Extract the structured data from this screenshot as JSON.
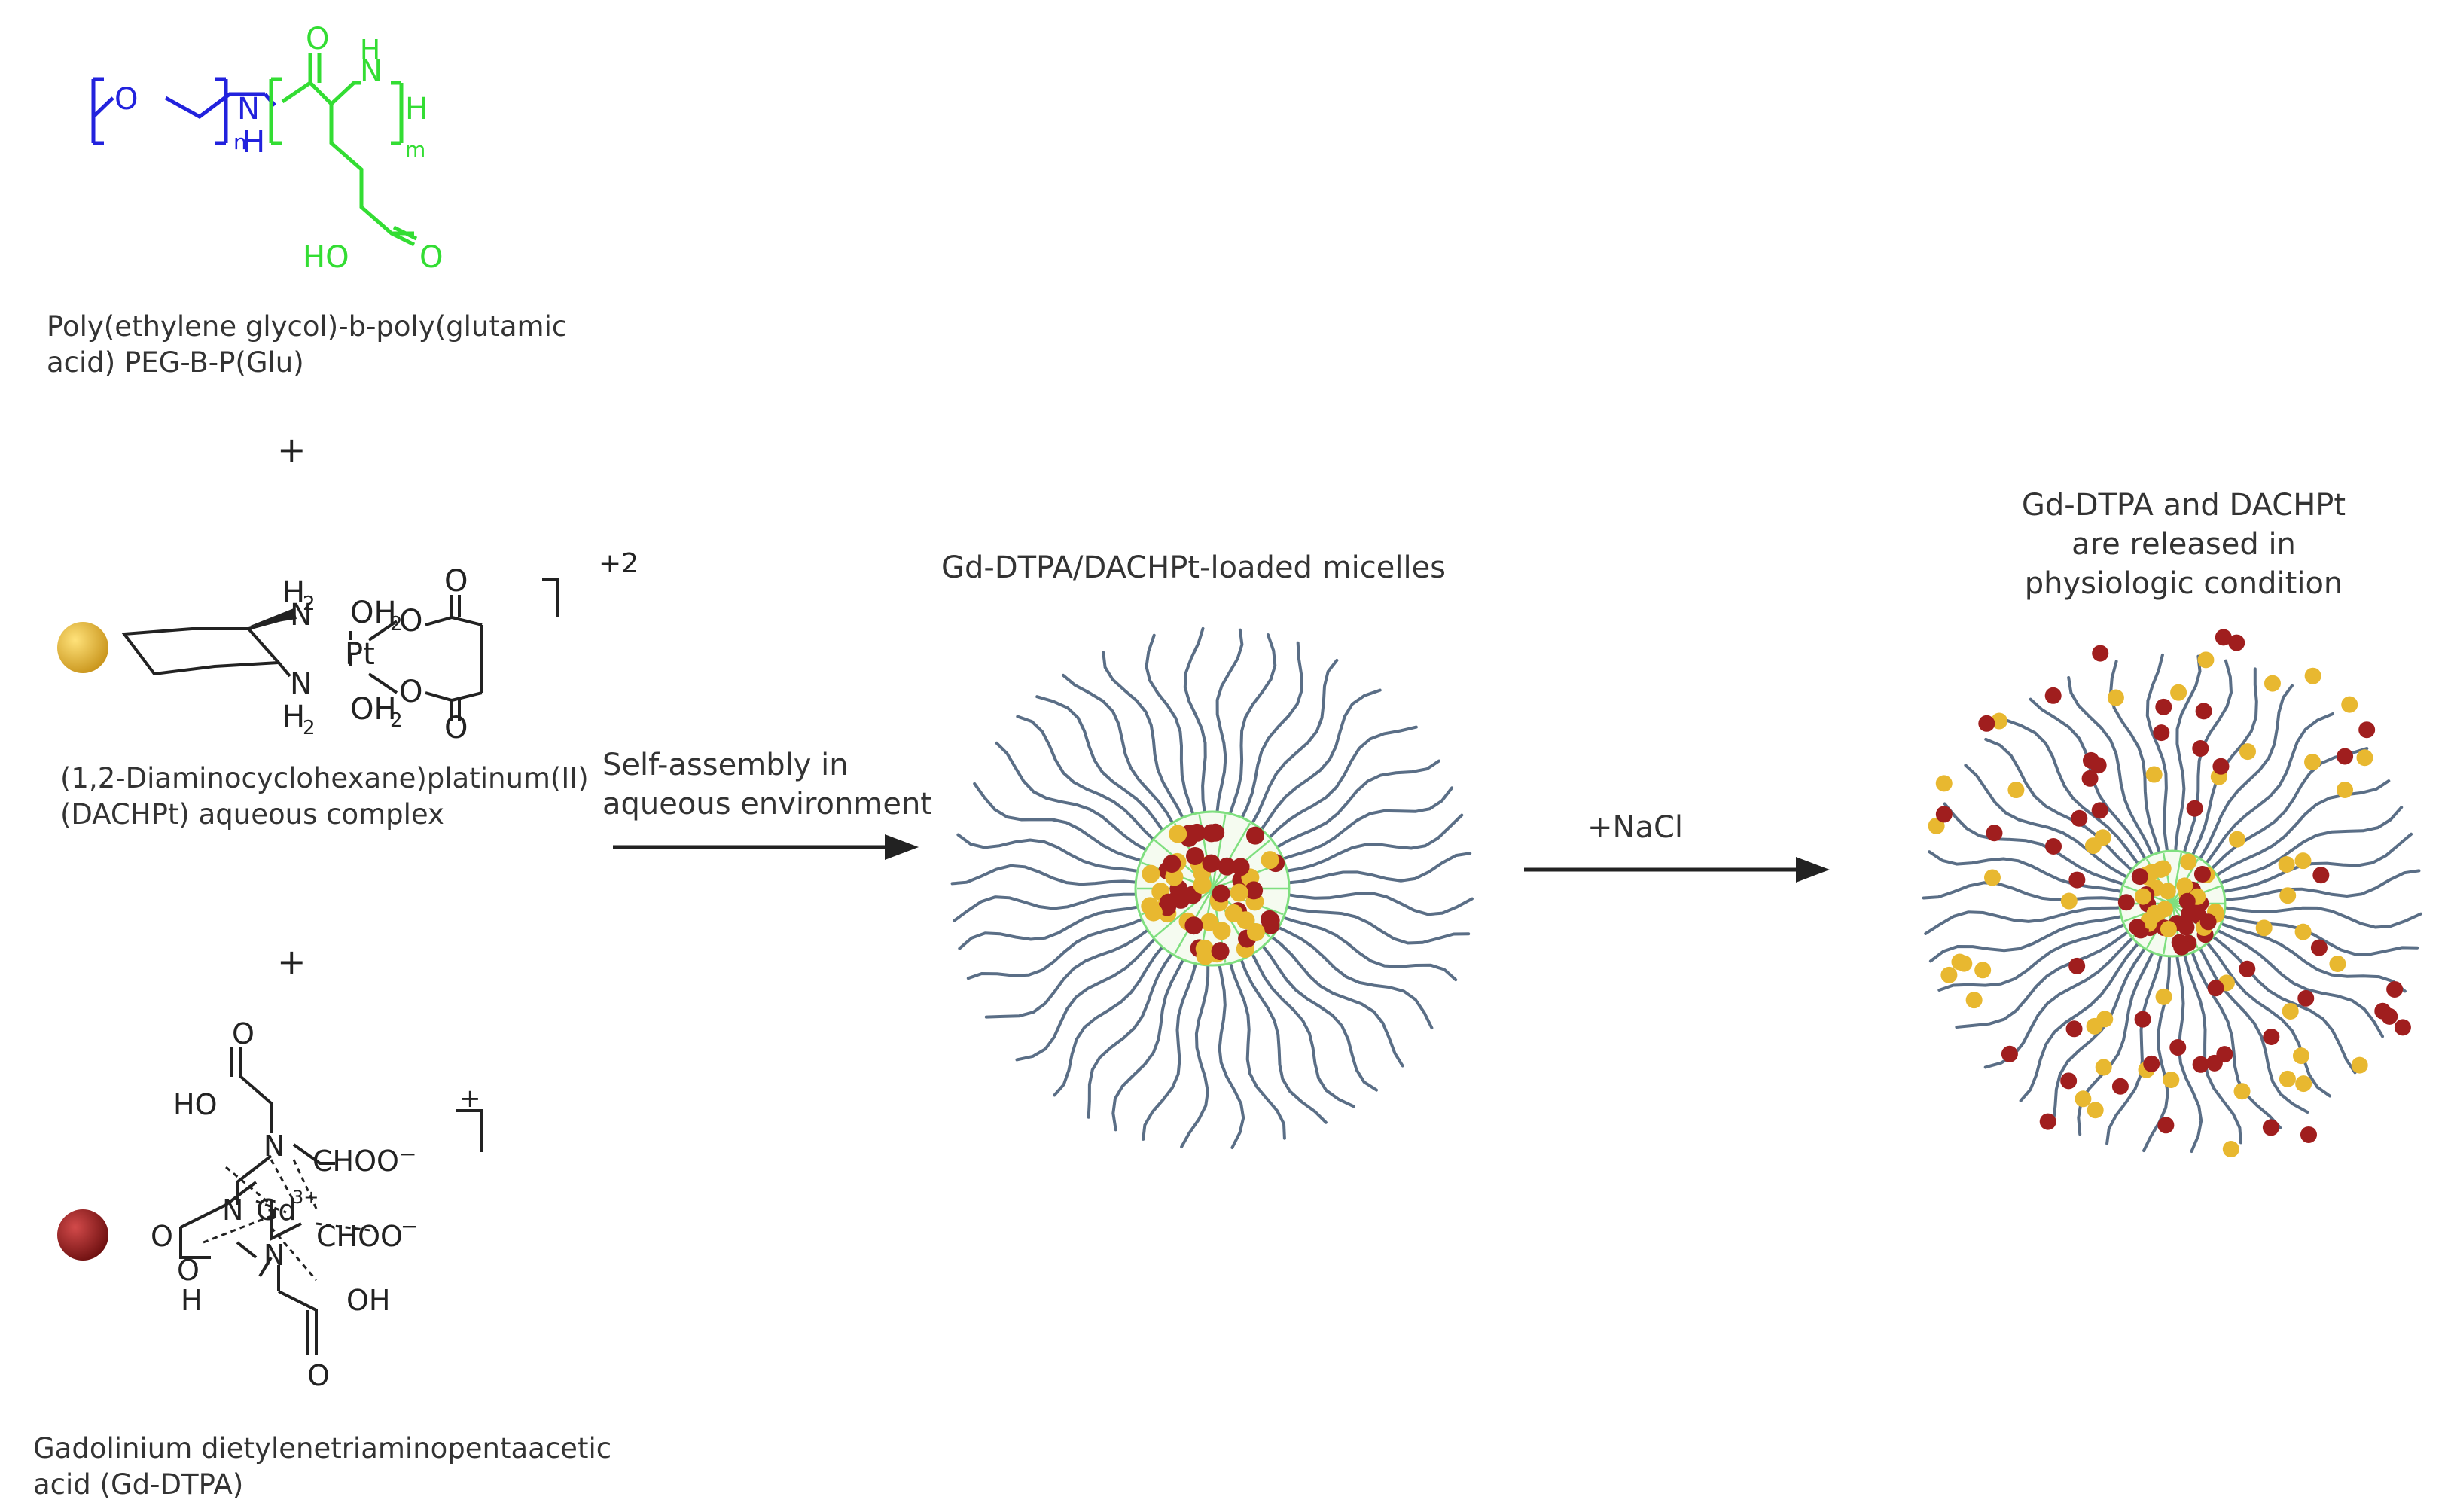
{
  "labels": {
    "peg": "Poly(ethylene glycol)-b-poly(glutamic\nacid) PEG-B-P(Glu)",
    "plus1": "+",
    "dachpt": "(1,2-Diaminocyclohexane)platinum(II)\n(DACHPt) aqueous complex",
    "plus2": "+",
    "gddtpa": "Gadolinium dietylenetriaminopentaacetic\nacid (Gd-DTPA)",
    "step1": "Self-assembly in\naqueous environment",
    "micelle_title": "Gd-DTPA/DACHPt-loaded micelles",
    "step2": "+NaCl",
    "release_title": "Gd-DTPA and DACHPt\nare released in\nphysiologic condition"
  },
  "chem": {
    "peg": {
      "O": "O",
      "N": "N",
      "H_amide": "H",
      "n": "n",
      "O_carbonyl": "O",
      "NH": "N",
      "H_nh": "H",
      "H_end": "H",
      "m": "m",
      "HO": "HO",
      "O_acid": "O"
    },
    "pt": {
      "charge": "+2",
      "H2_top": "H",
      "H2_top_sub": "2",
      "N_top": "N",
      "OH2_top": "OH",
      "OH2_top_sub": "2",
      "Pt": "Pt",
      "O1": "O",
      "O2": "O",
      "N_bot": "N",
      "H2_bot": "H",
      "H2_bot_sub": "2",
      "OH2_bot": "OH",
      "OH2_bot_sub": "2",
      "O3": "O",
      "O4": "O"
    },
    "gd": {
      "charge": "+",
      "O_top": "O",
      "HO": "HO",
      "N_top": "N",
      "CHOO1": "CHOO",
      "minus1": "−",
      "N_left": "N",
      "Gd": "Gd",
      "Gd_charge": "3+",
      "O_left": "O",
      "CHOO2": "CHOO",
      "minus2": "−",
      "OH_left": "O",
      "H_left": "H",
      "N_bot": "N",
      "OH": "OH",
      "O_bot": "O"
    }
  },
  "colors": {
    "peg_block": "#2222dd",
    "glu_block": "#33dd33",
    "pt_particle": "#e8b830",
    "gd_particle": "#a01e1e",
    "chain": "#5a6e86",
    "core_mesh": "#7fdf7f",
    "arrow": "#222222"
  },
  "icons": {
    "pt_marker": "yellow-sphere",
    "gd_marker": "red-sphere"
  }
}
